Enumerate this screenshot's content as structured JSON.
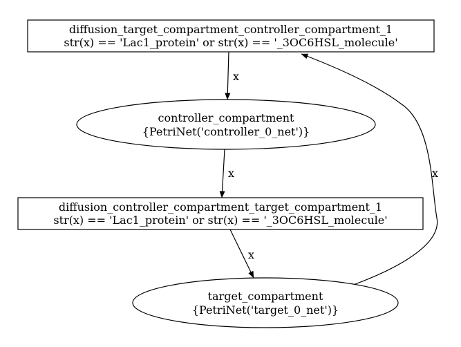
{
  "nodes": {
    "transition_top": {
      "line1": "diffusion_target_compartment_controller_compartment_1",
      "line2": "str(x) == 'Lac1_protein' or str(x) == '_3OC6HSL_molecule'"
    },
    "controller": {
      "line1": "controller_compartment",
      "line2": "{PetriNet('controller_0_net')}"
    },
    "transition_mid": {
      "line1": "diffusion_controller_compartment_target_compartment_1",
      "line2": "str(x) == 'Lac1_protein' or str(x) == '_3OC6HSL_molecule'"
    },
    "target": {
      "line1": "target_compartment",
      "line2": "{PetriNet('target_0_net')}"
    }
  },
  "edges": [
    {
      "from": "transition_top",
      "to": "controller",
      "label": "x"
    },
    {
      "from": "controller",
      "to": "transition_mid",
      "label": "x"
    },
    {
      "from": "transition_mid",
      "to": "target",
      "label": "x"
    },
    {
      "from": "target",
      "to": "transition_top",
      "label": "x"
    }
  ]
}
